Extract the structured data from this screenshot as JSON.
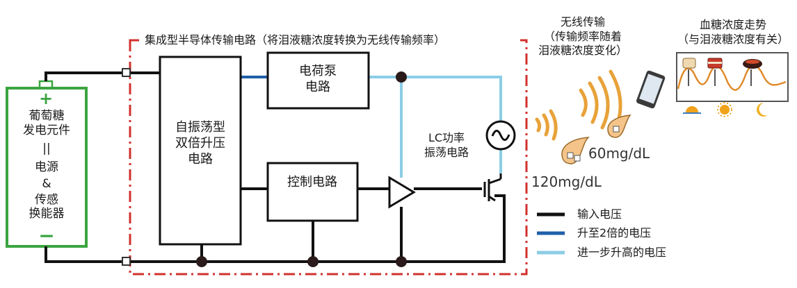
{
  "boundary_label": "集成型半导体传输电路（将泪液糖浓度转换为无线传输频率）",
  "battery": {
    "line1": "葡萄糖",
    "line2": "发电元件",
    "eq": "||",
    "line3": "电源",
    "amp": "&",
    "line4": "传感",
    "line5": "换能器",
    "plus": "+",
    "minus": "−"
  },
  "blocks": {
    "oscillator": [
      "自振荡型",
      "双倍升压",
      "电路"
    ],
    "charge_pump": [
      "电荷泵",
      "电路"
    ],
    "control": "控制电路",
    "lc_oscillator": [
      "LC功率",
      "振荡电路"
    ]
  },
  "wireless": {
    "title": "无线传输",
    "sub1": "（传输频率随着",
    "sub2": "泪液糖浓度变化）",
    "val_low": "60mg/dL",
    "val_high": "120mg/dL"
  },
  "trend": {
    "title": "血糖浓度走势",
    "sub": "（与泪液糖浓度有关）"
  },
  "legend": [
    {
      "label": "输入电压",
      "color": "#111111"
    },
    {
      "label": "升至2倍的电压",
      "color": "#1f5fa8"
    },
    {
      "label": "进一步升高的电压",
      "color": "#8ccde6"
    }
  ],
  "colors": {
    "boundary": "#d0312d",
    "battery": "#3aa540",
    "line_input": "#111111",
    "line_double": "#1f5fa8",
    "line_high": "#8ccde6",
    "wave": "#e8a23a",
    "chart": "#e08a2a"
  },
  "icons": [
    "ac-source-icon",
    "transistor-icon",
    "amplifier-icon",
    "smartphone-icon",
    "drop-icon",
    "bread-icon",
    "cake-icon",
    "bowl-icon",
    "sunrise-icon",
    "sun-icon",
    "moon-icon"
  ]
}
